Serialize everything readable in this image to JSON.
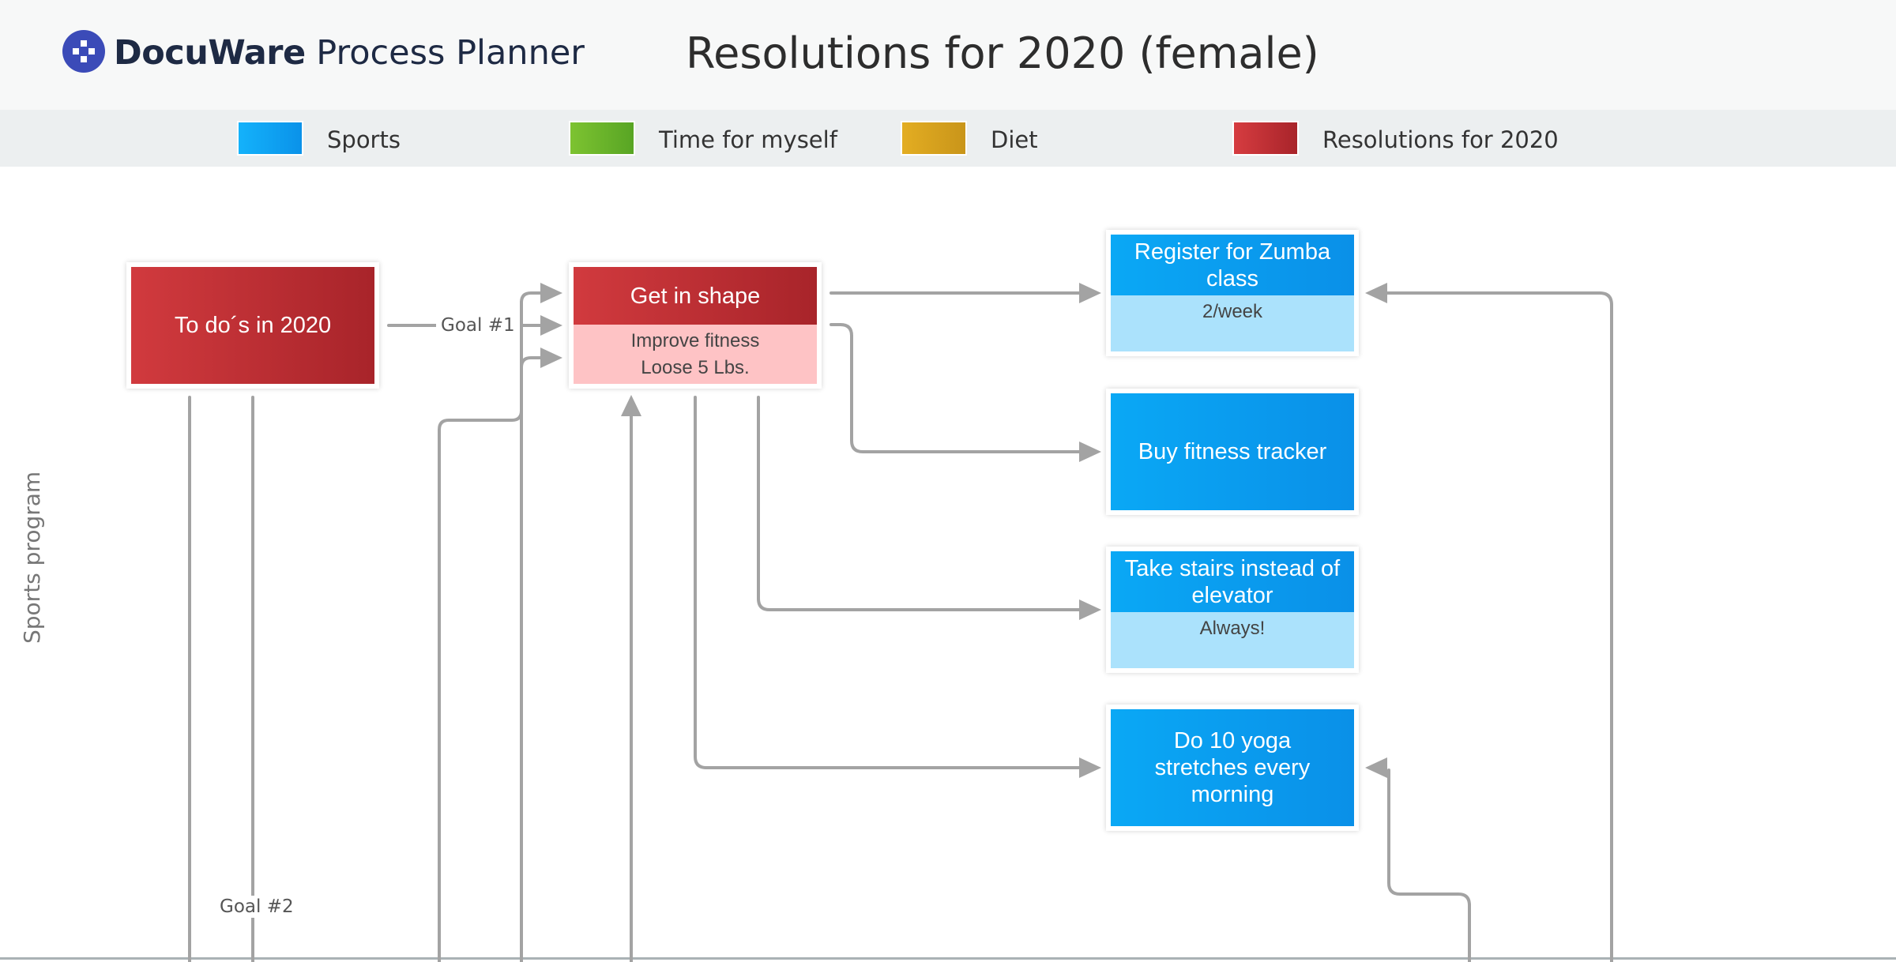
{
  "header": {
    "brand_name": "DocuWare",
    "brand_product": "Process Planner",
    "title": "Resolutions for 2020 (female)",
    "logo_color": "#3b4bb8"
  },
  "legend": [
    {
      "label": "Sports",
      "color": "#0aa3f3"
    },
    {
      "label": "Time for myself",
      "color": "#6cb52c"
    },
    {
      "label": "Diet",
      "color": "#d9a420"
    },
    {
      "label": "Resolutions for 2020",
      "color": "#c4303a"
    }
  ],
  "lane": {
    "label": "Sports program"
  },
  "nodes": {
    "todos": {
      "title": "To do´s in 2020"
    },
    "get_in_shape": {
      "title": "Get in shape",
      "notes": [
        "Improve fitness",
        "Loose 5 Lbs."
      ]
    },
    "zumba": {
      "title": "Register for Zumba class",
      "note": "2/week"
    },
    "tracker": {
      "title": "Buy fitness tracker"
    },
    "stairs": {
      "title": "Take stairs instead of elevator",
      "note": "Always!"
    },
    "yoga": {
      "title": "Do 10 yoga stretches every morning"
    }
  },
  "edge_labels": {
    "goal1": "Goal #1",
    "goal2": "Goal #2"
  }
}
